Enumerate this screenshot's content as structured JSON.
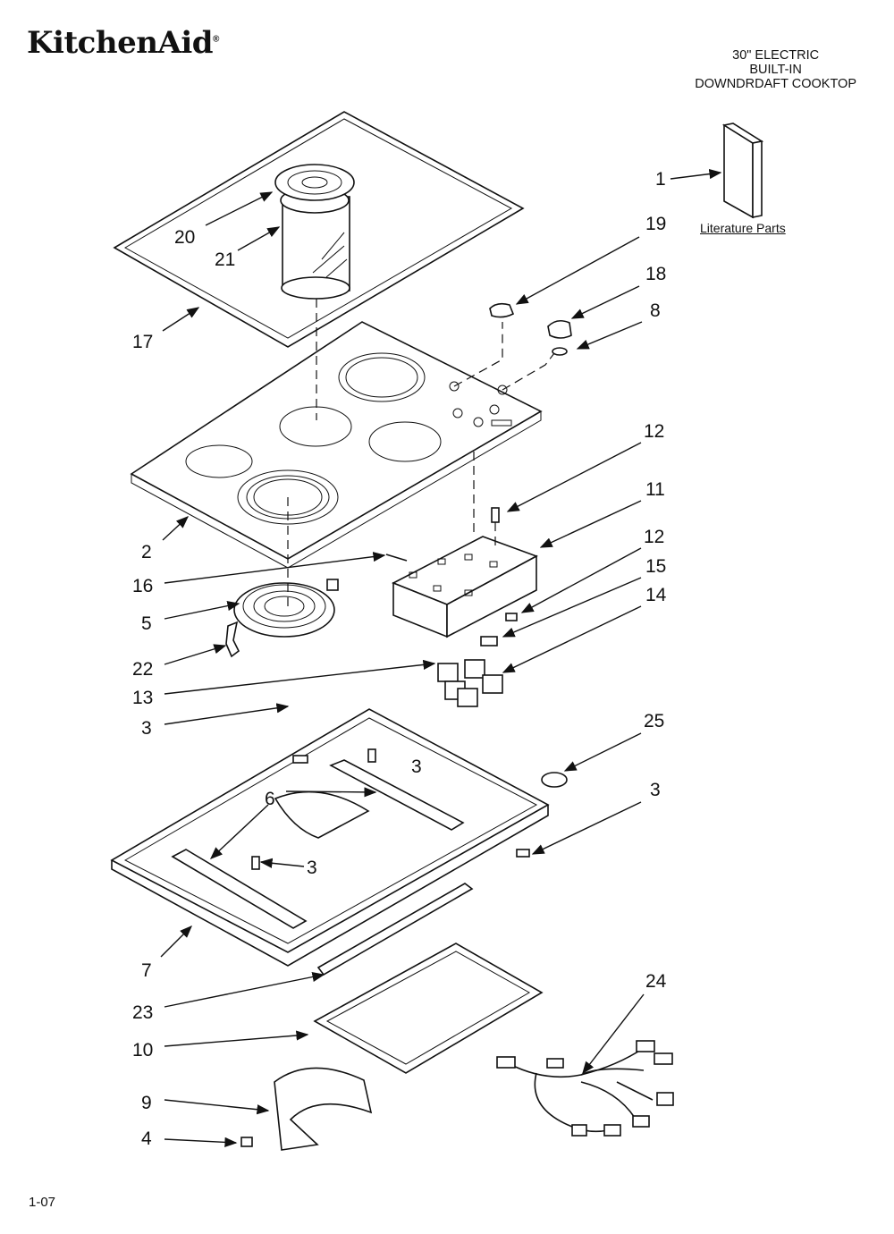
{
  "brand": "KitchenAid",
  "brand_mark": "®",
  "title_lines": [
    "30\" ELECTRIC",
    "BUILT-IN",
    "DOWNDRDAFT COOKTOP"
  ],
  "literature_label": "Literature Parts",
  "page_number": "1-07",
  "callouts": [
    "1",
    "19",
    "18",
    "8",
    "20",
    "21",
    "17",
    "12",
    "11",
    "12",
    "15",
    "14",
    "2",
    "16",
    "5",
    "22",
    "13",
    "3",
    "25",
    "3",
    "6",
    "3",
    "3",
    "7",
    "23",
    "24",
    "10",
    "9",
    "4"
  ]
}
